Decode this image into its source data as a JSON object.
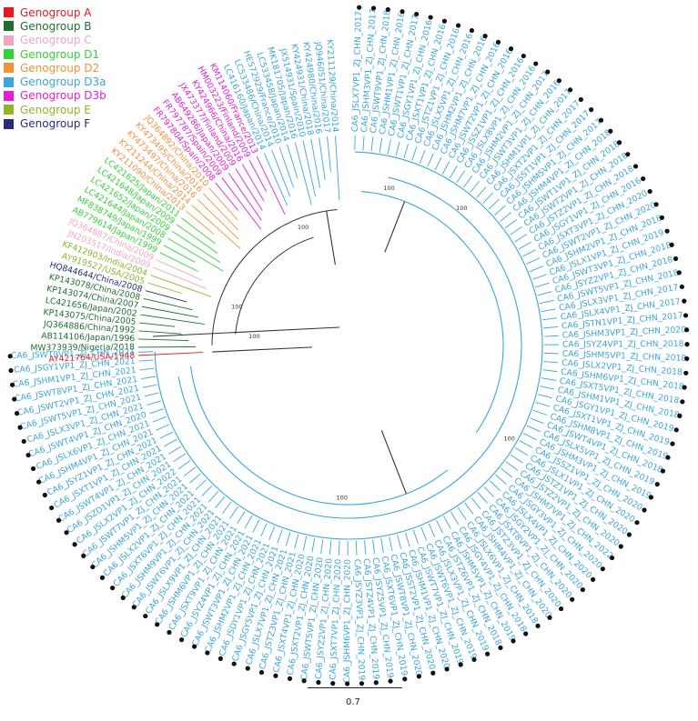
{
  "legend": [
    {
      "label": "Genogroup A",
      "color": "#e8191e"
    },
    {
      "label": "Genogroup B",
      "color": "#1e6e2e"
    },
    {
      "label": "Genogroup C",
      "color": "#f2a6c4"
    },
    {
      "label": "Genogroup D1",
      "color": "#35d33b"
    },
    {
      "label": "Genogroup D2",
      "color": "#f0913e"
    },
    {
      "label": "Genogroup D3a",
      "color": "#3aa6d9"
    },
    {
      "label": "Genogroup D3b",
      "color": "#e21fd6"
    },
    {
      "label": "Genogroup E",
      "color": "#8db62b"
    },
    {
      "label": "Genogroup F",
      "color": "#262c7a"
    }
  ],
  "colors": {
    "D3a": "#3aa6d9",
    "backbone": "#333333",
    "tip_dot": "#111111"
  },
  "scale_bar": "0.7",
  "bootstrap": [
    "100",
    "100",
    "100",
    "100",
    "100",
    "100",
    "100"
  ],
  "reference_tips": [
    {
      "label": "AY421764/USA/1948",
      "group": "A"
    },
    {
      "label": "MW373939/Nigeria/2018",
      "group": "B"
    },
    {
      "label": "AB114106/Japan/1996",
      "group": "B"
    },
    {
      "label": "JQ364886/China/1992",
      "group": "B"
    },
    {
      "label": "KP143075/China/2005",
      "group": "B"
    },
    {
      "label": "LC421656/Japan/2002",
      "group": "B"
    },
    {
      "label": "KP143074/China/2007",
      "group": "B"
    },
    {
      "label": "KP143078/China/2008",
      "group": "B"
    },
    {
      "label": "HQ844644/China/2008",
      "group": "F"
    },
    {
      "label": "AY919527/USA/2005",
      "group": "E"
    },
    {
      "label": "KF412903/India/2004",
      "group": "E"
    },
    {
      "label": "JN203517/India/2009",
      "group": "C"
    },
    {
      "label": "JQ364887/China/2009",
      "group": "C"
    },
    {
      "label": "AB779614/Japan/1999",
      "group": "D1"
    },
    {
      "label": "MF838749/Japan/1999",
      "group": "D1"
    },
    {
      "label": "LC421644/Japan/2008",
      "group": "D1"
    },
    {
      "label": "LC421652/Japan/2009",
      "group": "D1"
    },
    {
      "label": "LC421648/Japan/2009",
      "group": "D1"
    },
    {
      "label": "LC421625/Japan/2011",
      "group": "D1"
    },
    {
      "label": "KY211090/China/2013",
      "group": "D2"
    },
    {
      "label": "KY211244/China/2014",
      "group": "D2"
    },
    {
      "label": "KY473497/China/2016",
      "group": "D2"
    },
    {
      "label": "KY473495/China/2016",
      "group": "D2"
    },
    {
      "label": "JQ364892/China/2010",
      "group": "D2"
    },
    {
      "label": "FR797804/Spain/2008",
      "group": "D3b"
    },
    {
      "label": "FR797787/Spain/2009",
      "group": "D3b"
    },
    {
      "label": "AB649286/Japan/2009",
      "group": "D3b"
    },
    {
      "label": "JX473377/Finland/2009",
      "group": "D3b"
    },
    {
      "label": "KY424966/China/2016",
      "group": "D3b"
    },
    {
      "label": "HM003223/Finland/2009",
      "group": "D3b"
    },
    {
      "label": "KM114060/France/2013",
      "group": "D3b"
    },
    {
      "label": "LC416160/Japan/2014",
      "group": "D3a"
    },
    {
      "label": "LC533486/China/2014",
      "group": "D3a"
    },
    {
      "label": "HE572929/France/2010",
      "group": "D3a"
    },
    {
      "label": "LC533458/Japan/2014",
      "group": "D3a"
    },
    {
      "label": "MK181705/Japan/2016",
      "group": "D3a"
    },
    {
      "label": "JX514931/Spain/2010",
      "group": "D3a"
    },
    {
      "label": "KY424931/China/2018",
      "group": "D3a"
    },
    {
      "label": "KY424980/China/2016",
      "group": "D3a"
    },
    {
      "label": "JQ946051/China/2017",
      "group": "D3a"
    },
    {
      "label": "KY211129/China/2014",
      "group": "D3a"
    }
  ],
  "study_tips": [
    "CA6_JSLX7VP1_ZJ_CHN_2017",
    "CA6_JSHM3VP1_ZJ_CHN_2017",
    "CA6_JSWT9VP1_ZJ_CHN_2018",
    "CA6_JSHM1VP1_ZJ_CHN_2016",
    "CA6_JSWT1VP1_ZJ_CHN_2017",
    "CA6_JSGY1VP1_ZJ_CHN_2016",
    "CA6_JSXT1VP1_ZJ_CHN_2016",
    "CA6_JSTZ1VP1_ZJ_CHN_2016",
    "CA6_JSLX5VP1_ZJ_CHN_2016",
    "CA6_JSHM2VP1_ZJ_CHN_2016",
    "CA6_JSHM7VP1_ZJ_CHN_2016",
    "CA6_JSWT2VP1_ZJ_CHN_2016",
    "CA6_JSSZ1VP1_ZJ_CHN_2016",
    "CA6_JSLX8VP1_ZJ_CHN_2016",
    "CA6_JSHM2VP1_ZJ_CHN_2017",
    "CA6_JSWT3VP1_ZJ_CHN_2016",
    "CA6_JSHM1VP1_ZJ_CHN_2017",
    "CA6_JSXT2VP1_ZJ_CHN_2017",
    "CA6_JSST1VP1_ZJ_CHN_2017",
    "CA6_JSHM5VP1_ZJ_CHN_2017",
    "CA6_JSHM4VP1_ZJ_CHN_2018",
    "CA6_JSWT1VP1_ZJ_CHN_2018",
    "CA6_JSWT2VP1_ZJ_CHN_2018",
    "CA6_JSTZ2VP1_ZJ_CHN_2018",
    "CA6_JSGY1VP1_ZJ_CHN_2016",
    "CA6_JSXT3VP1_ZJ_CHN_2020",
    "CA6_JSWT2VP1_ZJ_CHN_2020",
    "CA6_JSHM2VP1_ZJ_CHN_2018",
    "CA6_JSLX1VP1_ZJ_CHN_2019",
    "CA6_JSWT3VP1_ZJ_CHN_2018",
    "CA6_JSYZ2VP1_ZJ_CHN_2018",
    "CA6_JSWT5VP1_ZJ_CHN_2018",
    "CA6_JSLX3VP1_ZJ_CHN_2017",
    "CA6_JSLX4VP1_ZJ_CHN_2017",
    "CA6_JSTN1VP1_ZJ_CHN_2017",
    "CA6_JSHM3VP1_ZJ_CHN_2020",
    "CA6_JSYZ4VP1_ZJ_CHN_2018",
    "CA6_JSHM5VP1_ZJ_CHN_2018",
    "CA6_JSLX2VP1_ZJ_CHN_2018",
    "CA6_JSHM6VP1_ZJ_CHN_2018",
    "CA6_JSXT5VP1_ZJ_CHN_2018",
    "CA6_JSHM1VP1_ZJ_CHN_2018",
    "CA6_JSGY1VP1_ZJ_CHN_2019",
    "CA6_JSXT1VP1_ZJ_CHN_2019",
    "CA6_JSHM8VP1_ZJ_CHN_2019",
    "CA6_JSWT4VP1_ZJ_CHN_2018",
    "CA6_JSLX5VP1_ZJ_CHN_2019",
    "CA6_JSHM3VP1_ZJ_CHN_2019",
    "CA6_JSSZ1VP1_ZJ_CHN_2020",
    "CA6_JSLX1VP1_ZJ_CHN_2020",
    "CA6_JSTZ1VP1_ZJ_CHN_2020",
    "CA6_JSTZ2VP1_ZJ_CHN_2020",
    "CA6_JSHM7VP1_ZJ_CHN_2022",
    "CA6_JSGY3VP1_ZJ_CHN_2020",
    "CA6_JSLX4VP1_ZJ_CHN_2020",
    "CA6_JSGY2VP1_ZJ_CHN_2020",
    "CA6_JSXT8VP1_ZJ_CHN_2020",
    "CA6_JSTZ3VP1_ZJ_CHN_2020",
    "CA6_JSHM4VP1_ZJ_CHN_2020",
    "CA6_JSLX6VP1_ZJ_CHN_2018",
    "CA6_JSGY4VP1_ZJ_CHN_2018",
    "CA6_JSHM5VP1_ZJ_CHN_2019",
    "CA6_JSTZ6VP1_ZJ_CHN_2018",
    "CA6_JSLX3VP1_ZJ_CHN_2019",
    "CA6_JSWT6VP1_ZJ_CHN_2019",
    "CA6_JSWT7VP1_ZJ_CHN_2019",
    "CA6_JSHM1VP1_ZJ_CHN_2020",
    "CA6_JSST2VP1_ZJ_CHN_2020",
    "CA6_JSWT8VP1_ZJ_CHN_2020",
    "CA6_JSXT6VP1_ZJ_CHN_2019",
    "CA6_JSYZ5VP1_ZJ_CHN_2019",
    "CA6_JSTZ4VP1_ZJ_CHN_2019",
    "CA6_JSYZ3VP1_ZJ_CHN_2019",
    "CA6_JSHM6VP1_ZJ_CHN_2020",
    "CA6_JSXT7VP1_ZJ_CHN_2020",
    "CA6_JSYZ2VP1_ZJ_CHN_2020",
    "CA6_JSWT5VP1_ZJ_CHN_2020",
    "CA6_JSXT2VP1_ZJ_CHN_2020",
    "CA6_JSXT4VP1_ZJ_CHN_2020",
    "CA6_JSTZ3VP1_ZJ_CHN_2021",
    "CA6_JSLX7VP1_ZJ_CHN_2021",
    "CA6_JSGY5VP1_ZJ_CHN_2021",
    "CA6_JSDY1VP1_ZJ_CHN_2021",
    "CA6_JSHM2VP1_ZJ_CHN_2021",
    "CA6_JSWT3VP1_ZJ_CHN_2021",
    "CA6_JSYZ4VP1_ZJ_CHN_2021",
    "CA6_JSXT9VP1_ZJ_CHN_2021",
    "CA6_JSHM6VP1_ZJ_CHN_2021",
    "CA6_JSLX9VP1_ZJ_CHN_2021",
    "CA6_JSWT6VP1_ZJ_CHN_2021",
    "CA6_JSHM9VP1_ZJ_CHN_2021",
    "CA6_JSXT6VP1_ZJ_CHN_2021",
    "CA6_JSLX2VP1_ZJ_CHN_2021",
    "CA6_JSHM5VP1_ZJ_CHN_2021",
    "CA6_JSWT7VP1_ZJ_CHN_2021",
    "CA6_JSLX2VP1_ZJ_CHN_2022",
    "CA6_JSZD1VP1_ZJ_CHN_2021",
    "CA6_JSWT4VP1_ZJ_CHN_2021",
    "CA6_JSXT1VP1_ZJ_CHN_2021",
    "CA6_JSYZ1VP1_ZJ_CHN_2021",
    "CA6_JSHM4VP1_ZJ_CHN_2021",
    "CA6_JSLX6VP1_ZJ_CHN_2021",
    "CA6_JSWT4VP1_ZJ_CHN_2020",
    "CA6_JSLX3VP1_ZJ_CHN_2021",
    "CA6_JSWT5VP1_ZJ_CHN_2021",
    "CA6_JSWT2VP1_ZJ_CHN_2021",
    "CA6_JSWT8VP1_ZJ_CHN_2021",
    "CA6_JSHM1VP1_ZJ_CHN_2021",
    "CA6_JSGY1VP1_ZJ_CHN_2021",
    "CA6_JSWT9VP1_ZJ_CHN_2021"
  ]
}
